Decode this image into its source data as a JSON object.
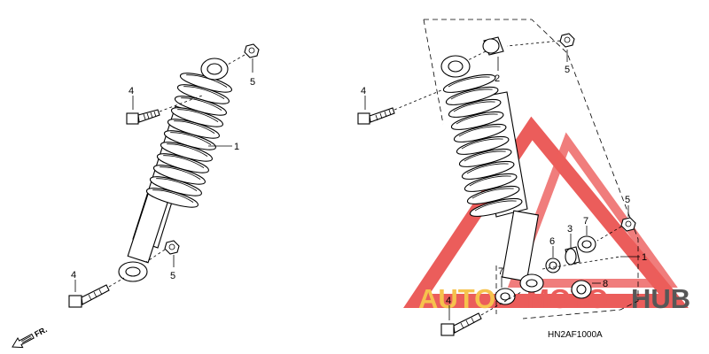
{
  "diagram": {
    "callouts": {
      "left_bolt_top": "4",
      "left_nut_top": "5",
      "left_shock": "1",
      "left_bolt_bottom": "4",
      "left_nut_bottom": "5",
      "right_bolt_top": "4",
      "right_bushing_top": "2",
      "right_nut_top": "5",
      "right_nut_side": "5",
      "right_bushing_7a": "7",
      "right_collar_3": "3",
      "right_bearing_6": "6",
      "right_shock_group": "1",
      "right_bushing_7b": "7",
      "right_seal_8": "8",
      "right_bolt_bottom": "4"
    },
    "direction_label": "FR.",
    "diagram_code": "HN2AF1000A"
  },
  "watermark": {
    "text_left": "AUTO",
    "text_middle": "MOTO",
    "text_right": "HUB",
    "colors": {
      "red": "#e8413f",
      "orange": "#f5b82e",
      "dark": "#3a3a3a"
    }
  }
}
